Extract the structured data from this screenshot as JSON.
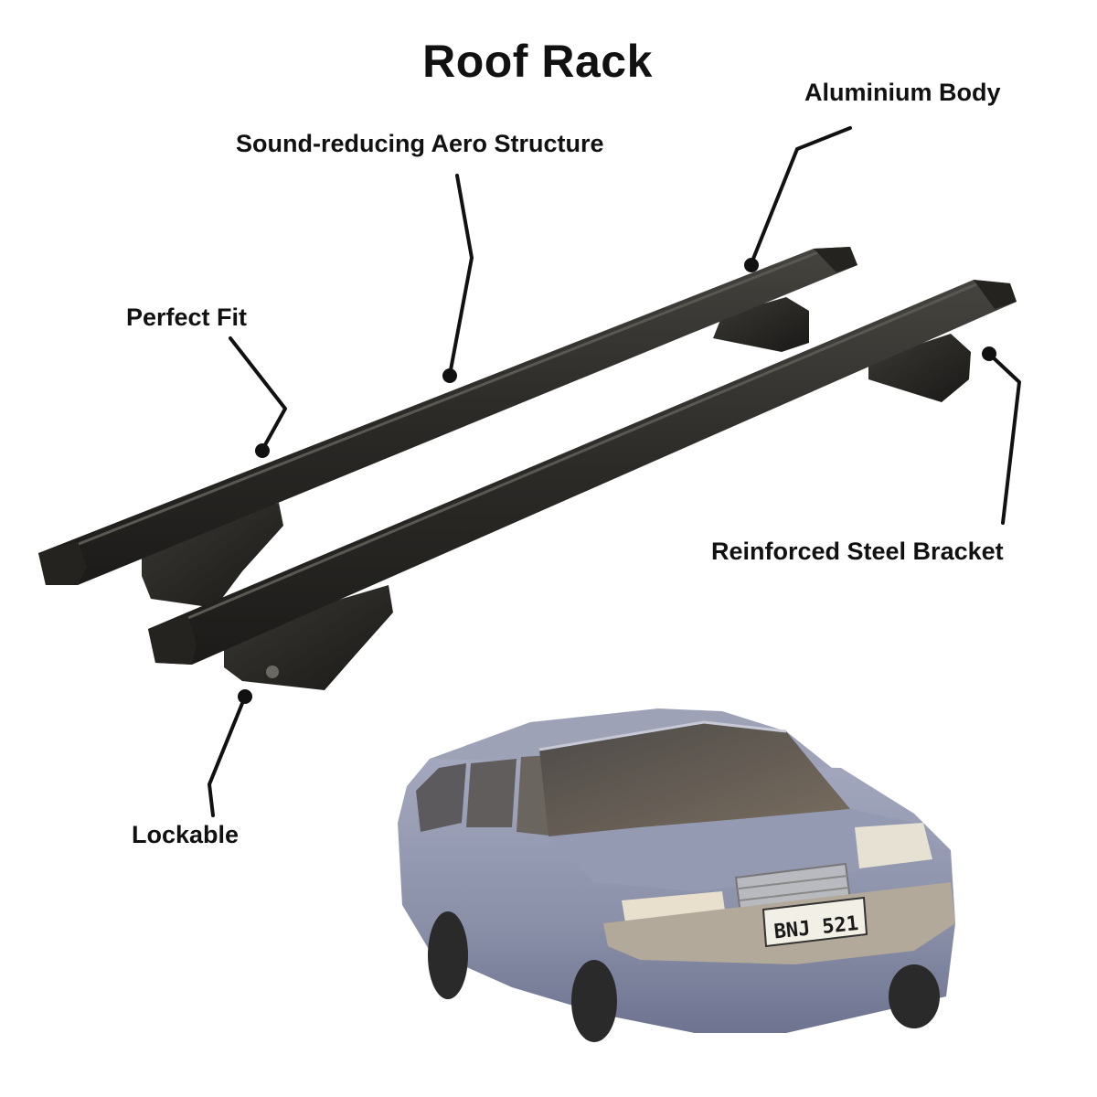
{
  "title": "Roof Rack",
  "callouts": {
    "aluminium_body": "Aluminium Body",
    "sound_reducing": "Sound-reducing Aero Structure",
    "perfect_fit": "Perfect Fit",
    "reinforced_bracket": "Reinforced Steel Bracket",
    "lockable": "Lockable"
  },
  "car": {
    "license_plate": "BNJ 521"
  },
  "colors": {
    "bar": "#2b2a27",
    "car_body": "#8f95ad",
    "text": "#111111"
  }
}
